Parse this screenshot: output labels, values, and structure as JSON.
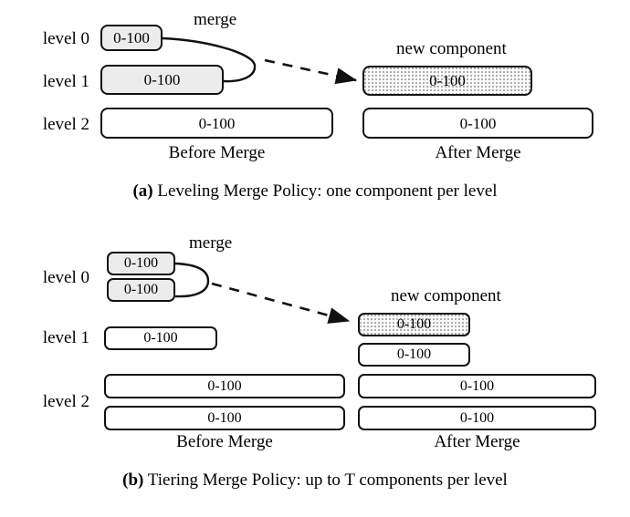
{
  "figure": {
    "value_text": "0-100",
    "merge_label": "merge",
    "new_component_label": "new component",
    "before_label": "Before Merge",
    "after_label": "After Merge",
    "colors": {
      "stroke": "#111111",
      "gray_fill": "#ececec",
      "stipple_dot": "#9a9a9a",
      "background": "#ffffff"
    }
  },
  "panel_a": {
    "caption_prefix": "(a)",
    "caption_text": "Leveling Merge Policy: one component per level",
    "levels": [
      {
        "label": "level 0"
      },
      {
        "label": "level 1"
      },
      {
        "label": "level 2"
      }
    ],
    "before": {
      "title": "Before Merge",
      "components": [
        {
          "level": "level 0",
          "value": "0-100",
          "style": "gray"
        },
        {
          "level": "level 1",
          "value": "0-100",
          "style": "gray"
        },
        {
          "level": "level 2",
          "value": "0-100",
          "style": "plain"
        }
      ]
    },
    "after": {
      "title": "After Merge",
      "components": [
        {
          "level": "level 1",
          "value": "0-100",
          "style": "stipple"
        },
        {
          "level": "level 2",
          "value": "0-100",
          "style": "plain"
        }
      ]
    },
    "annotations": {
      "merge": "merge",
      "new_component": "new component"
    }
  },
  "panel_b": {
    "caption_prefix": "(b)",
    "caption_text": "Tiering Merge Policy: up to T components per level",
    "levels": [
      {
        "label": "level 0"
      },
      {
        "label": "level 1"
      },
      {
        "label": "level 2"
      }
    ],
    "before": {
      "title": "Before Merge",
      "components": [
        {
          "level": "level 0",
          "value": "0-100",
          "style": "gray"
        },
        {
          "level": "level 0",
          "value": "0-100",
          "style": "gray"
        },
        {
          "level": "level 1",
          "value": "0-100",
          "style": "plain"
        },
        {
          "level": "level 2",
          "value": "0-100",
          "style": "plain"
        },
        {
          "level": "level 2",
          "value": "0-100",
          "style": "plain"
        }
      ]
    },
    "after": {
      "title": "After Merge",
      "components": [
        {
          "level": "level 1",
          "value": "0-100",
          "style": "stipple"
        },
        {
          "level": "level 1",
          "value": "0-100",
          "style": "plain"
        },
        {
          "level": "level 2",
          "value": "0-100",
          "style": "plain"
        },
        {
          "level": "level 2",
          "value": "0-100",
          "style": "plain"
        }
      ]
    },
    "annotations": {
      "merge": "merge",
      "new_component": "new component"
    }
  }
}
